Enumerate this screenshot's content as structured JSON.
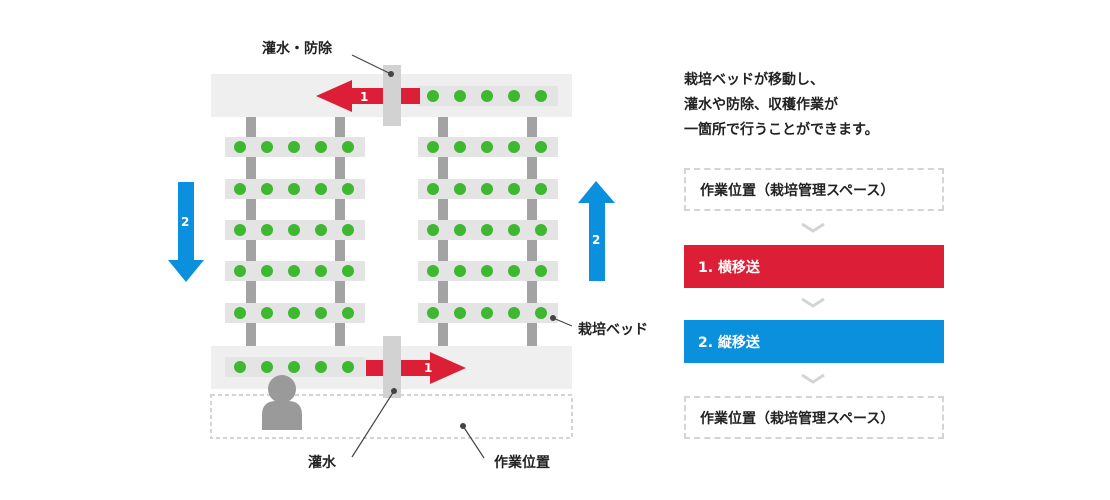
{
  "labels": {
    "top_irrigation": "灌水・防除",
    "bottom_irrigation": "灌水",
    "work_position": "作業位置",
    "bed": "栽培ベッド"
  },
  "arrows": {
    "horizontal_number": "1",
    "vertical_number": "2",
    "horizontal_color": "#dc1f36",
    "vertical_color": "#0a90dd"
  },
  "description": {
    "lines": [
      "栽培ベッドが移動し、",
      "灌水や防除、収穫作業が",
      "一箇所で行うことができます。"
    ]
  },
  "flow": {
    "steps": [
      {
        "label": "作業位置（栽培管理スペース）",
        "style": "dashed"
      },
      {
        "label": "1. 横移送",
        "style": "red"
      },
      {
        "label": "2. 縦移送",
        "style": "blue"
      },
      {
        "label": "作業位置（栽培管理スペース）",
        "style": "dashed"
      }
    ]
  },
  "colors": {
    "plant": "#3db830",
    "bed": "#e4e4e4",
    "post": "#a3a3a3",
    "panel": "#efefef",
    "person": "#9a9a9a"
  }
}
